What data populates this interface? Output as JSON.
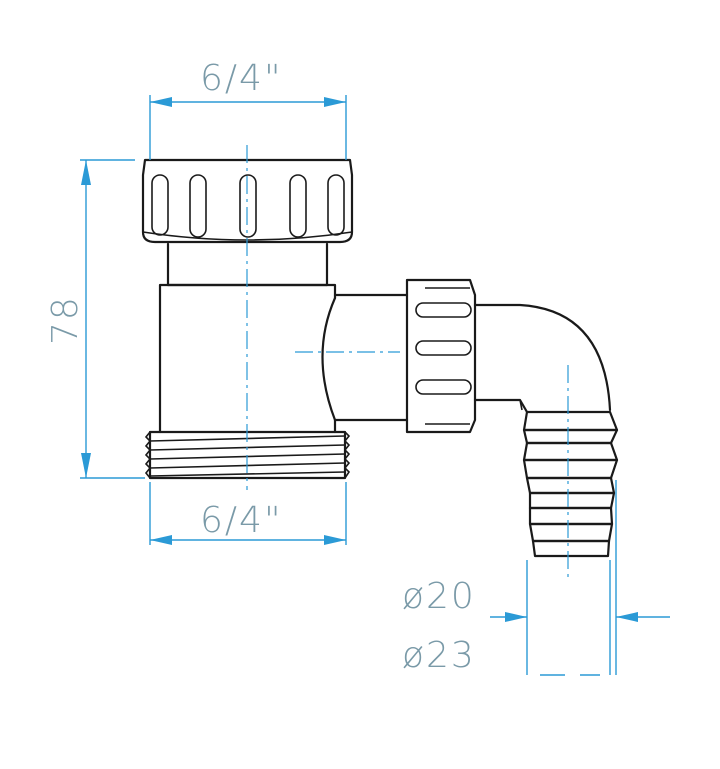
{
  "dimensions": {
    "top_width": "6/4\"",
    "bottom_width": "6/4\"",
    "height": "78",
    "inner_diameter": "ø20",
    "outer_diameter": "ø23"
  },
  "colors": {
    "outline": "#1a1a1a",
    "dimension": "#2b9ad6",
    "dimension_text": "#7a9aa8"
  }
}
